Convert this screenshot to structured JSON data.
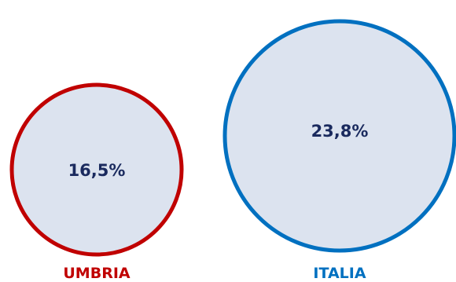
{
  "chart_data": {
    "type": "bubble",
    "series": [
      {
        "category": "UMBRIA",
        "value": 16.5,
        "label": "16,5%",
        "color": "#c00000"
      },
      {
        "category": "ITALIA",
        "value": 23.8,
        "label": "23,8%",
        "color": "#0070c0"
      }
    ],
    "bubble_fill": "#dce3ef",
    "value_label_color": "#1a2a5e",
    "title": "",
    "xlabel": "",
    "ylabel": ""
  }
}
